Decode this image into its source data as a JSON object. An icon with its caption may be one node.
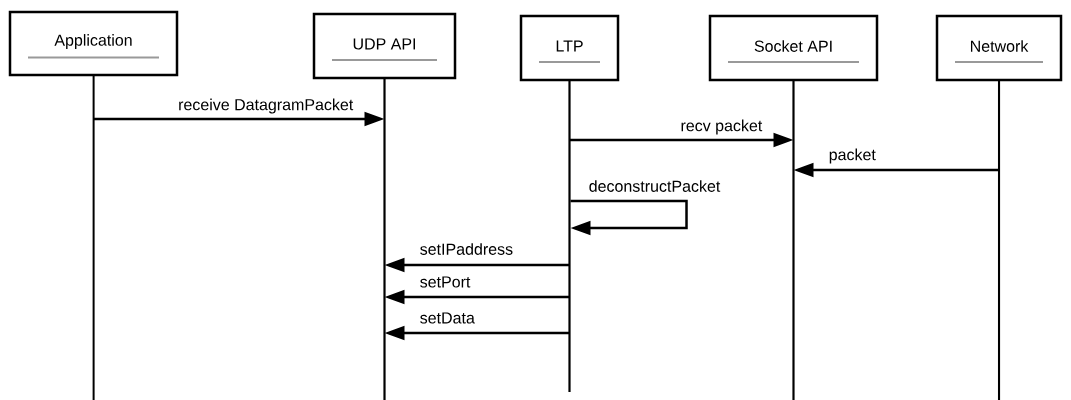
{
  "diagram": {
    "nodes": [
      {
        "text": [
          "Application"
        ]
      },
      {
        "text": [
          "UDP API"
        ]
      },
      {
        "text": [
          "LTP"
        ]
      },
      {
        "text": [
          "Socket API"
        ]
      },
      {
        "text": [
          "Network"
        ]
      }
    ],
    "edges": [
      {
        "from": 0,
        "to": 1,
        "arrow": "to",
        "label": "receive DatagramPacket"
      },
      {
        "from": 2,
        "to": 3,
        "arrow": "to",
        "label": "recv packet"
      },
      {
        "from": 4,
        "to": 3,
        "arrow": "to",
        "label": "packet"
      },
      {
        "from": 2,
        "to": 2,
        "arrow": "to",
        "label": "deconstructPacket"
      },
      {
        "from": 2,
        "to": 1,
        "arrow": "to",
        "label": "setIPaddress"
      },
      {
        "from": 2,
        "to": 1,
        "arrow": "to",
        "label": "setPort"
      },
      {
        "from": 2,
        "to": 1,
        "arrow": "to",
        "label": "setData"
      }
    ]
  }
}
